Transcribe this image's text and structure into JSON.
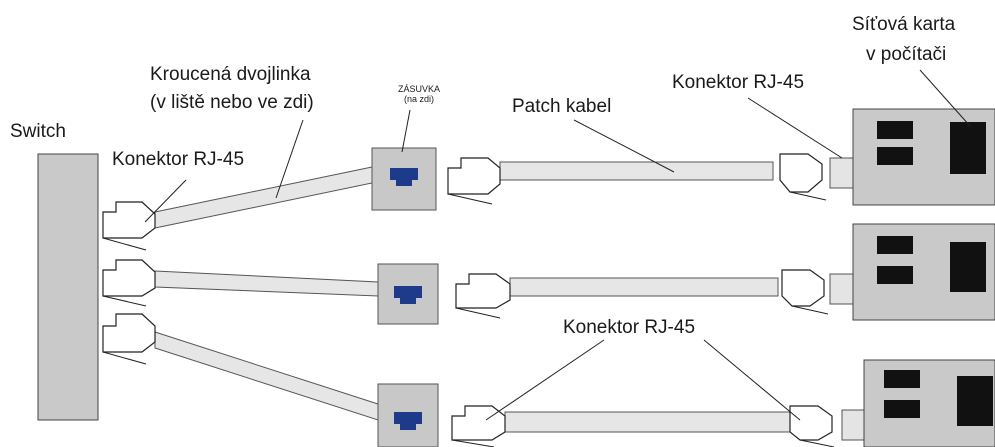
{
  "labels": {
    "switch": "Switch",
    "twisted_pair_line1": "Kroucená dvojlinka",
    "twisted_pair_line2": "(v liště nebo ve zdi)",
    "outlet_title": "ZÁSUVKA",
    "outlet_sub": "(na zdi)",
    "patch_cable": "Patch kabel",
    "connector_left": "Konektor RJ-45",
    "connector_right": "Konektor RJ-45",
    "connector_bottom": "Konektor RJ-45",
    "nic_line1": "Síťová karta",
    "nic_line2": "v počítači"
  },
  "colors": {
    "device_gray": "#c9c9c9",
    "port_blue": "#1e3a8a",
    "chip_black": "#111111"
  }
}
